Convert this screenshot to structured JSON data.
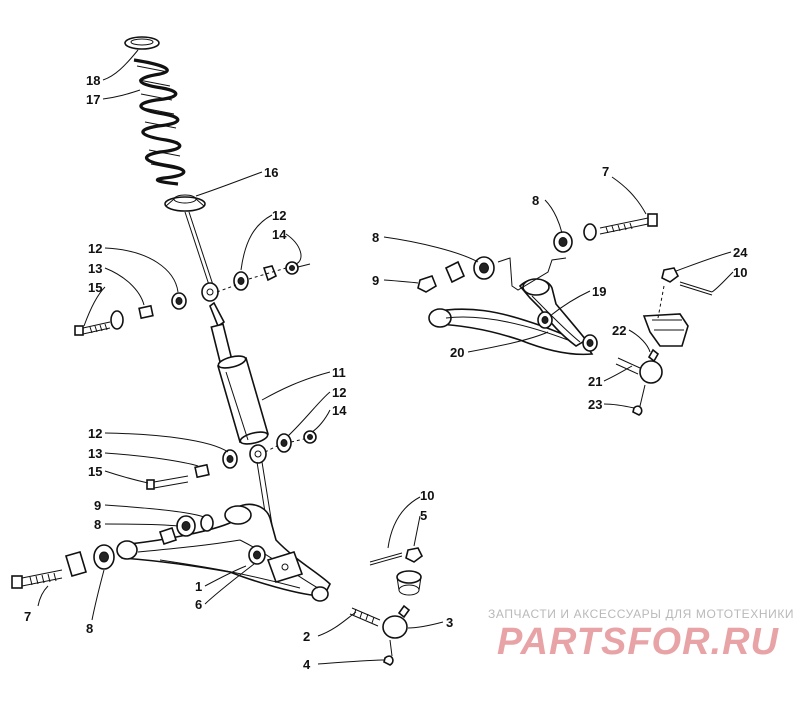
{
  "callouts": {
    "c18": "18",
    "c17": "17",
    "c16": "16",
    "c12a": "12",
    "c14a": "14",
    "c12b": "12",
    "c13a": "13",
    "c15a": "15",
    "c11": "11",
    "c12c": "12",
    "c14b": "14",
    "c12d": "12",
    "c13b": "13",
    "c15b": "15",
    "c9a": "9",
    "c8a": "8",
    "c7a": "7",
    "c8b": "8",
    "c1": "1",
    "c6": "6",
    "c10a": "10",
    "c5": "5",
    "c3": "3",
    "c2": "2",
    "c4": "4",
    "c7b": "7",
    "c8c": "8",
    "c8d": "8",
    "c9b": "9",
    "c19": "19",
    "c20": "20",
    "c24": "24",
    "c10b": "10",
    "c22": "22",
    "c21": "21",
    "c23": "23"
  },
  "watermark": {
    "tagline": "ЗАПЧАСТИ И АКСЕССУАРЫ ДЛЯ МОТОТЕХНИКИ",
    "logo": "PARTSFOR.RU",
    "logo_color": "#e8a3a6"
  }
}
